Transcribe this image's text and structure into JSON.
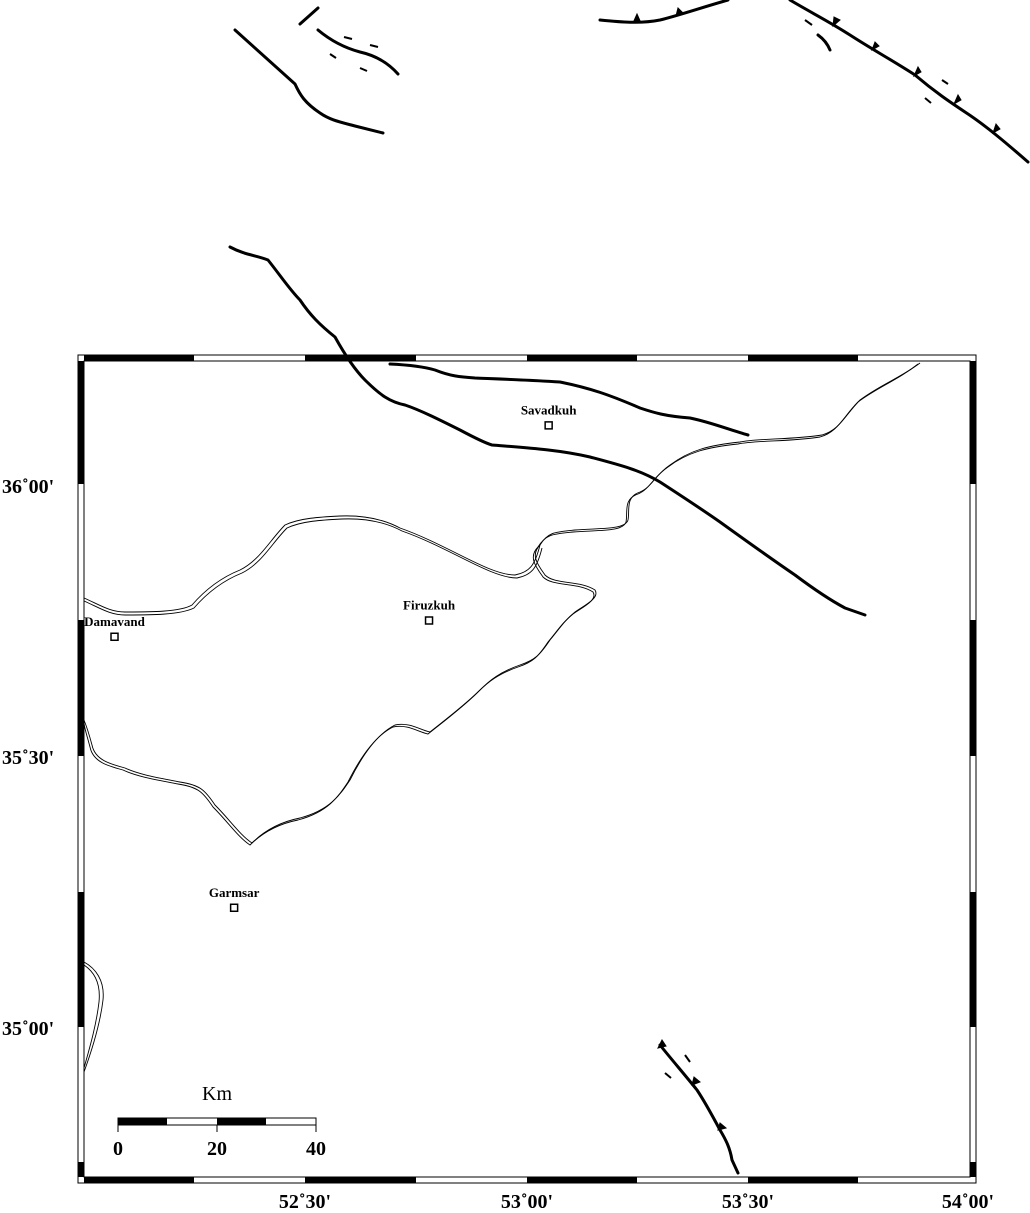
{
  "map": {
    "cities": [
      {
        "name": "Savadkuh",
        "lon": 53.05,
        "lat": 36.11
      },
      {
        "name": "Firuzkuh",
        "lon": 52.78,
        "lat": 35.75
      },
      {
        "name": "Damavand",
        "lon": 52.07,
        "lat": 35.72
      },
      {
        "name": "Garmsar",
        "lon": 52.34,
        "lat": 35.22
      }
    ],
    "x_ticks": [
      "52˚30'",
      "53˚00'",
      "53˚30'",
      "54˚00'"
    ],
    "y_ticks": [
      "36˚00'",
      "35˚30'",
      "35˚00'"
    ],
    "scale_bar": {
      "title": "Km",
      "labels": [
        "0",
        "20",
        "40"
      ]
    },
    "colors": {
      "ink": "#000000",
      "background": "#ffffff"
    }
  }
}
